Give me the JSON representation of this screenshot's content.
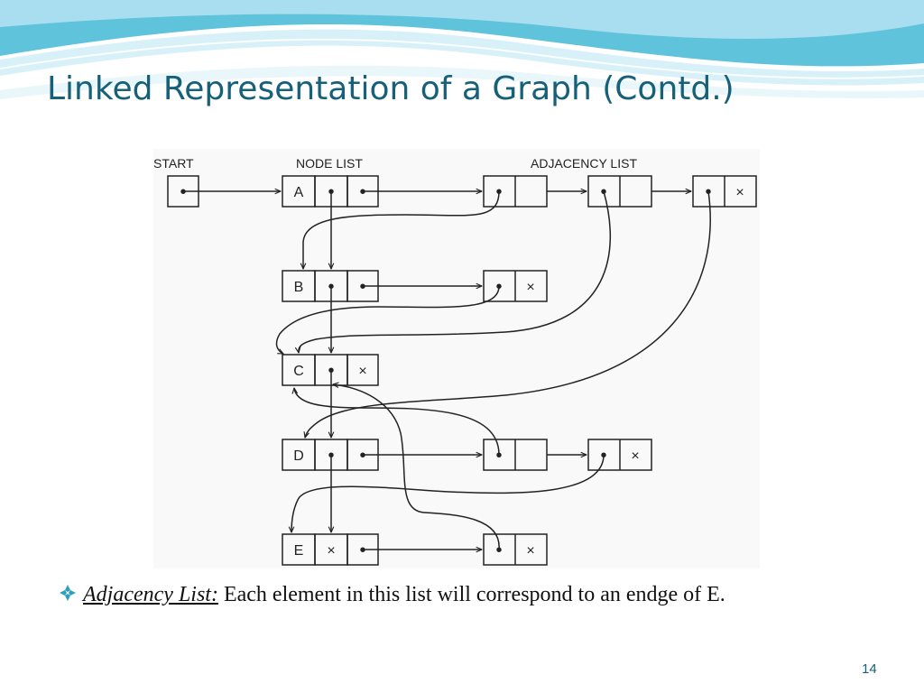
{
  "slide": {
    "title": "Linked Representation of a Graph (Contd.)",
    "page_number": "14",
    "colors": {
      "title": "#17607a",
      "wave_dark": "#5fc3db",
      "wave_light": "#bfe8f2",
      "bullet": "#2a9fc0"
    }
  },
  "diagram": {
    "labels": {
      "start": "START",
      "node_list": "NODE LIST",
      "adjacency_list": "ADJACENCY LIST"
    },
    "pointer_symbol": "•",
    "null_symbol": "×",
    "nodes": [
      "A",
      "B",
      "C",
      "D",
      "E"
    ]
  },
  "bullet": {
    "icon": "diamond-bullet-icon",
    "term": "Adjacency List:",
    "text": " Each element in this list will correspond to an endge of E."
  }
}
